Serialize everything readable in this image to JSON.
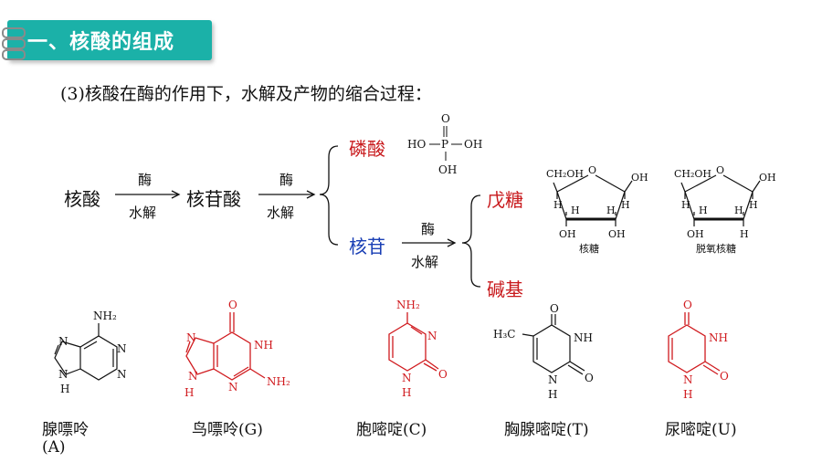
{
  "banner": {
    "title": "一、核酸的组成"
  },
  "heading": "(3)核酸在酶的作用下，水解及产物的缩合过程：",
  "flow": {
    "start": "核酸",
    "step1_top": "酶",
    "step1_bottom": "水解",
    "middle": "核苷酸",
    "step2_top": "酶",
    "step2_bottom": "水解",
    "branch_phosphate": "磷酸",
    "branch_nucleoside": "核苷",
    "step3_top": "酶",
    "step3_bottom": "水解",
    "branch_sugar": "戊糖",
    "branch_base": "碱基"
  },
  "phosphate_struct": {
    "o_top": "O",
    "ho_left": "HO",
    "p": "P",
    "oh_right": "OH",
    "oh_bottom": "OH"
  },
  "sugars": [
    {
      "caption": "核糖",
      "ch2oh": "CH₂OH",
      "o": "O",
      "oh_right": "OH",
      "h1": "H",
      "h2": "H",
      "h3": "H",
      "h4": "H",
      "oh1": "OH",
      "oh2": "OH"
    },
    {
      "caption": "脱氧核糖",
      "ch2oh": "CH₂OH",
      "o": "O",
      "oh_right": "OH",
      "h1": "H",
      "h2": "H",
      "h3": "H",
      "h4": "H",
      "oh1": "OH",
      "h5": "H"
    }
  ],
  "bases": [
    {
      "caption": "腺嘌呤",
      "caption2": "(A)",
      "color": "#111111",
      "nh2": "NH₂",
      "n1": "N",
      "n2": "N",
      "n3": "N",
      "n4": "N",
      "h": "H"
    },
    {
      "caption": "鸟嘌呤(G)",
      "color": "#d01a1e",
      "o": "O",
      "n1": "N",
      "nh": "NH",
      "n3": "N",
      "n4": "N",
      "h": "H",
      "nh2": "NH₂"
    },
    {
      "caption": "胞嘧啶(C)",
      "color": "#d01a1e",
      "nh2": "NH₂",
      "n1": "N",
      "n2": "N",
      "o": "O",
      "h": "H"
    },
    {
      "caption": "胸腺嘧啶(T)",
      "color": "#111111",
      "h3c": "H₃C",
      "o1": "O",
      "nh": "NH",
      "n": "N",
      "o2": "O",
      "h": "H"
    },
    {
      "caption": "尿嘧啶(U)",
      "color": "#d01a1e",
      "o1": "O",
      "nh": "NH",
      "n": "N",
      "o2": "O",
      "h": "H"
    }
  ],
  "colors": {
    "banner": "#1bb1a8",
    "red": "#c8191c",
    "blue": "#1a3fb5"
  }
}
